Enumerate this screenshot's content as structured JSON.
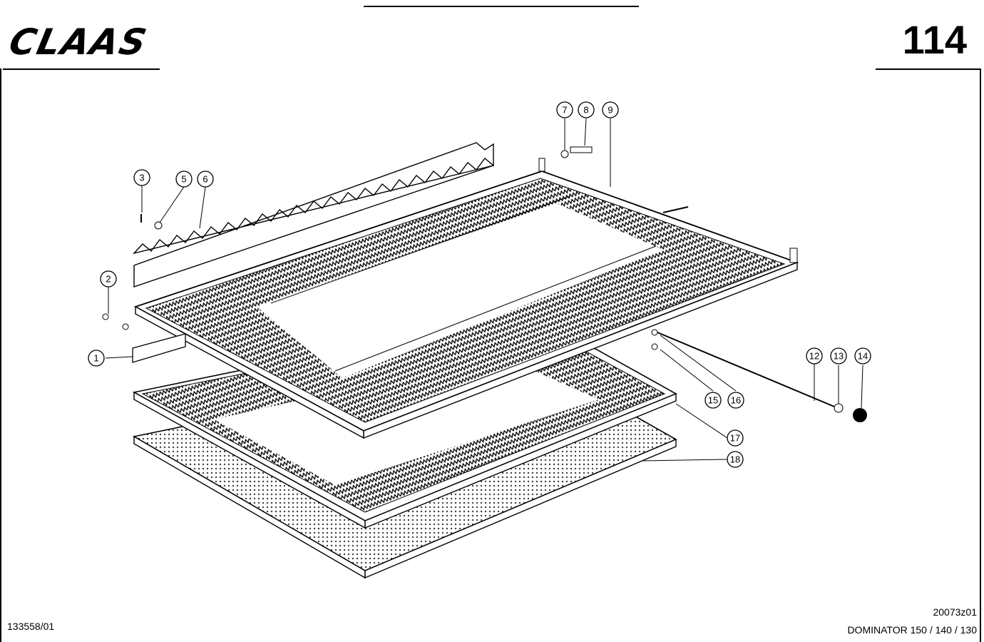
{
  "header": {
    "logo": "CLAAS",
    "page_number": "114"
  },
  "footer": {
    "doc_id": "133558/01",
    "drawing_code": "20073z01",
    "model": "DOMINATOR 150 / 140 / 130"
  },
  "callouts": [
    "1",
    "2",
    "3",
    "5",
    "6",
    "7",
    "8",
    "9",
    "12",
    "13",
    "14",
    "15",
    "16",
    "17",
    "18"
  ]
}
